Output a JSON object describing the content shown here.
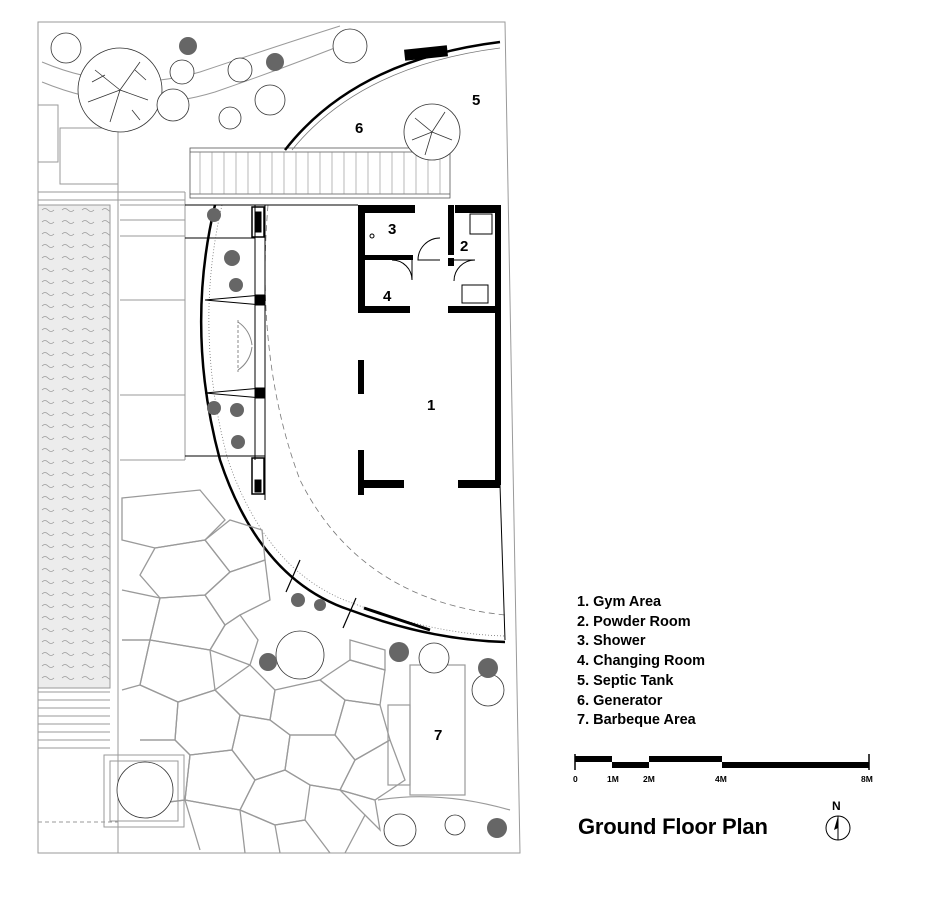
{
  "rooms": [
    {
      "number": "1",
      "name": "Gym Area"
    },
    {
      "number": "2",
      "name": "Powder Room"
    },
    {
      "number": "3",
      "name": "Shower"
    },
    {
      "number": "4",
      "name": "Changing Room"
    },
    {
      "number": "5",
      "name": "Septic Tank"
    },
    {
      "number": "6",
      "name": "Generator"
    },
    {
      "number": "7",
      "name": "Barbeque Area"
    }
  ],
  "legend": [
    "1. Gym Area",
    "2. Powder Room",
    "3. Shower",
    "4. Changing Room",
    "5. Septic Tank",
    "6. Generator",
    "7. Barbeque Area"
  ],
  "scale_bar": {
    "labels": [
      "0",
      "1M",
      "2M",
      "4M",
      "8M"
    ]
  },
  "title": "Ground Floor Plan",
  "north_label": "N",
  "colors": {
    "line": "#000000",
    "light_line": "#9a9a9a",
    "pool_fill": "#ececec"
  }
}
